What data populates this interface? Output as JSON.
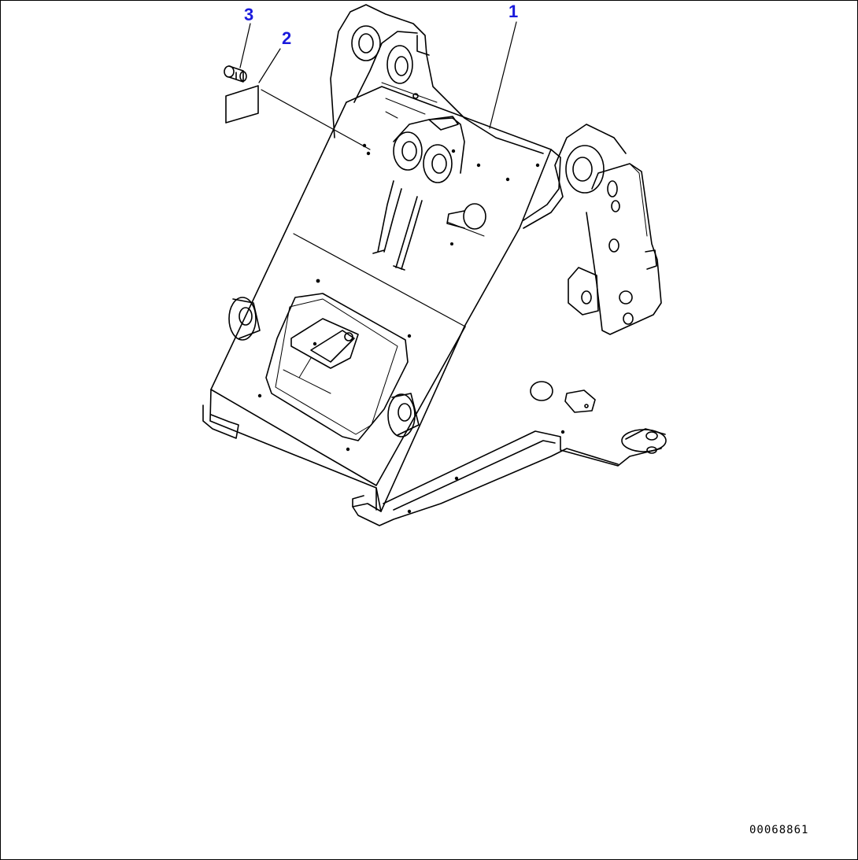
{
  "callouts": [
    {
      "number": "1"
    },
    {
      "number": "2"
    },
    {
      "number": "3"
    }
  ],
  "document_number": "00068861",
  "colors": {
    "callout": "#1a1adc",
    "line": "#000000",
    "background": "#ffffff"
  }
}
